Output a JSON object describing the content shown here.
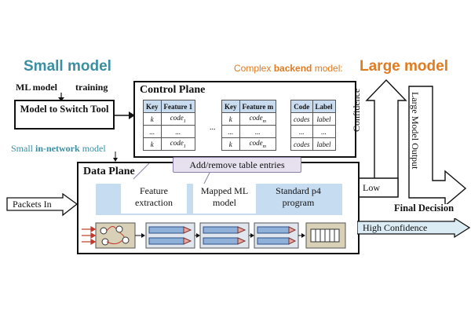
{
  "small_model": {
    "title": "Small model",
    "ml_model_label": "ML model",
    "training_label": "training",
    "tool_label": "Model to Switch Tool",
    "in_network_prefix": "Small ",
    "in_network_bold": "in-network",
    "in_network_suffix": " model",
    "title_color": "#3a8fa3"
  },
  "large_model": {
    "prefix": "Complex ",
    "bold": "backend",
    "suffix": " model:",
    "title": "Large model",
    "title_color": "#e07b22",
    "confidence_label": "Confidence",
    "output_label": "Large Model Output",
    "low_label": "Low"
  },
  "control_plane": {
    "title": "Control Plane",
    "ellipsis": "...",
    "table1": {
      "headers": [
        "Key",
        "Feature 1"
      ],
      "rows": [
        [
          "k",
          "code",
          "1"
        ],
        [
          "...",
          "...",
          ""
        ],
        [
          "k",
          "code",
          "1"
        ]
      ]
    },
    "table2": {
      "headers": [
        "Key",
        "Feature m"
      ],
      "rows": [
        [
          "k",
          "code",
          "m"
        ],
        [
          "...",
          "...",
          ""
        ],
        [
          "k",
          "code",
          "m"
        ]
      ]
    },
    "table3": {
      "headers": [
        "Code",
        "Label"
      ],
      "rows": [
        [
          "codes",
          "label"
        ],
        [
          "...",
          "..."
        ],
        [
          "codes",
          "label"
        ]
      ]
    }
  },
  "data_plane": {
    "title": "Data Plane",
    "add_remove_label": "Add/remove table entries",
    "feature_extraction": "Feature extraction",
    "mapped_model": "Mapped ML model",
    "standard_program": "Standard p4 program"
  },
  "io": {
    "packets_in": "Packets In",
    "final_decision": "Final Decision",
    "high_confidence": "High Confidence"
  },
  "icons": [
    "parser-graph-icon",
    "match-action-stage-icon",
    "queue-buffer-icon",
    "arrow-icon"
  ]
}
